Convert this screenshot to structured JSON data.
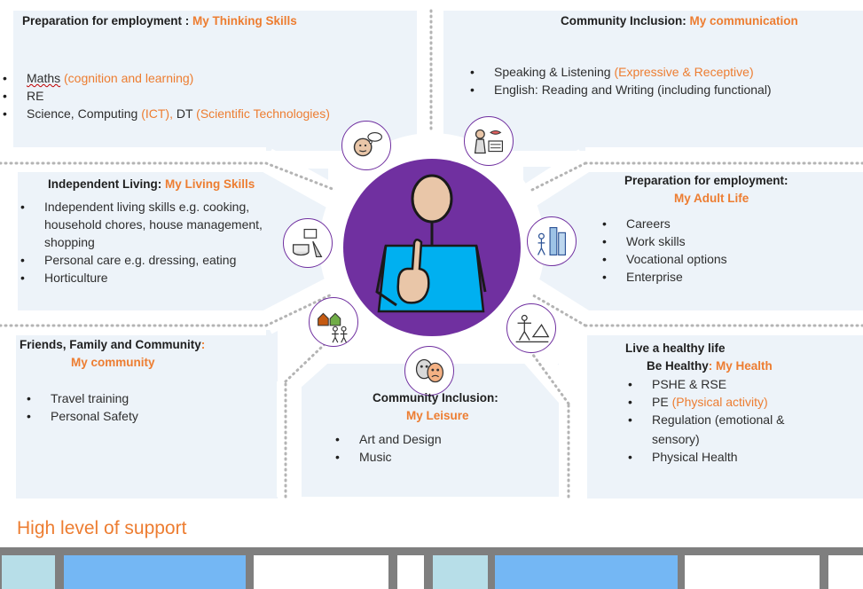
{
  "boxes": {
    "thinking": {
      "title_prefix": "Preparation for employment : ",
      "title_highlight": "My Thinking Skills",
      "items": [
        {
          "text": "Maths",
          "note": " (cognition and learning)"
        },
        {
          "text": "RE",
          "note": ""
        },
        {
          "text": "Science, Computing ",
          "note": "(ICT),",
          "tail": " DT ",
          "note2": "(Scientific Technologies)"
        }
      ]
    },
    "communication": {
      "title_prefix": "Community Inclusion: ",
      "title_highlight": "My communication",
      "items": [
        {
          "text": "Speaking & Listening ",
          "note": "(Expressive & Receptive)"
        },
        {
          "text": "English: Reading and Writing (including functional)",
          "note": ""
        }
      ]
    },
    "living": {
      "title_prefix": "Independent Living: ",
      "title_highlight": "My Living Skills",
      "items": [
        "Independent living skills e.g. cooking,",
        "household chores, house management,",
        "shopping",
        "Personal care e.g. dressing, eating",
        "Horticulture"
      ]
    },
    "adult": {
      "title_line1": "Preparation for employment:",
      "title_highlight": "My Adult Life",
      "items": [
        "Careers",
        "Work skills",
        "Vocational options",
        "Enterprise"
      ]
    },
    "community": {
      "title_prefix": "Friends, Family and Community",
      "title_colon": ":",
      "title_highlight": "My community",
      "items": [
        "Travel training",
        "Personal Safety"
      ]
    },
    "leisure": {
      "title_prefix": "Community Inclusion:",
      "title_highlight": "My Leisure",
      "items": [
        "Art and Design",
        "Music"
      ]
    },
    "health": {
      "title_line1": "Live a healthy life",
      "title_prefix": "Be Healthy",
      "title_colon": ": ",
      "title_highlight": "My Health",
      "items": [
        {
          "text": "PSHE & RSE",
          "note": ""
        },
        {
          "text": "PE ",
          "note": "(Physical activity)"
        },
        {
          "text": "Regulation (emotional &",
          "note": ""
        },
        {
          "text": "sensory)",
          "note": ""
        },
        {
          "text": "Physical Health",
          "note": ""
        }
      ]
    }
  },
  "footer": {
    "support_label": "High level of support"
  },
  "icons": [
    "thinking-face-icon",
    "communication-icon",
    "cooking-icon",
    "adult-life-icon",
    "community-icon",
    "leisure-masks-icon",
    "health-exercise-icon",
    "pupil-pointing-icon"
  ],
  "colors": {
    "accent": "#ed7d31",
    "center_circle": "#7030a0",
    "panel": "#edf3f9",
    "footer_bar": "#7f7f7f",
    "cell_teal": "#b7dee8",
    "cell_blue": "#74b7f4"
  }
}
